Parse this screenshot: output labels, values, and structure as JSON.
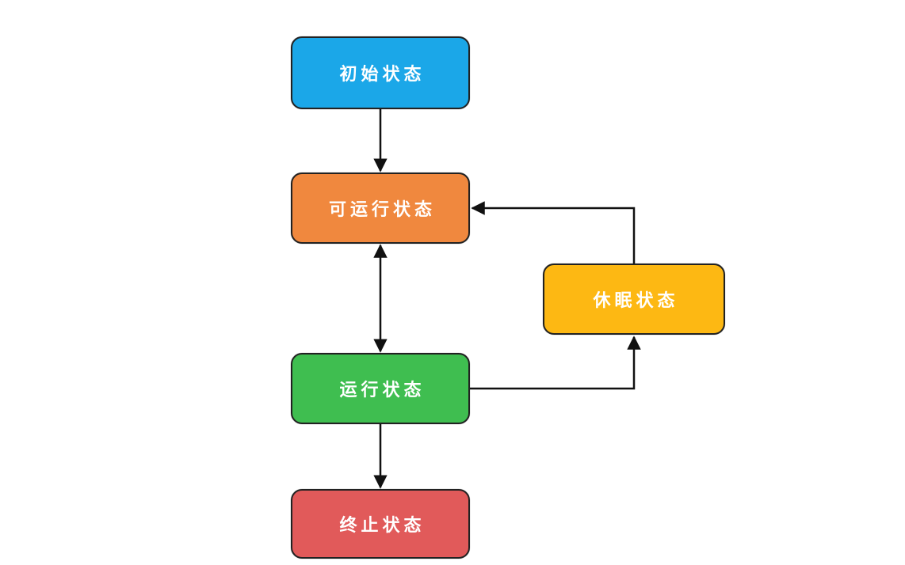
{
  "diagram": {
    "type": "flowchart",
    "background": "#ffffff",
    "stroke_color": "#111111",
    "border_color": "#222222",
    "text_color": "#ffffff",
    "nodes": [
      {
        "id": "initial",
        "label": "初始状态",
        "color": "#1BA7E8"
      },
      {
        "id": "runnable",
        "label": "可运行状态",
        "color": "#F0883E"
      },
      {
        "id": "sleeping",
        "label": "休眠状态",
        "color": "#FDB813"
      },
      {
        "id": "running",
        "label": "运行状态",
        "color": "#3FBE50"
      },
      {
        "id": "terminated",
        "label": "终止状态",
        "color": "#E15A5A"
      }
    ],
    "edges": [
      {
        "from": "initial",
        "to": "runnable",
        "shape": "straight-down",
        "bidirectional": false
      },
      {
        "from": "runnable",
        "to": "running",
        "shape": "straight-down",
        "bidirectional": true
      },
      {
        "from": "running",
        "to": "sleeping",
        "shape": "right-then-up",
        "bidirectional": false
      },
      {
        "from": "sleeping",
        "to": "runnable",
        "shape": "up-then-left",
        "bidirectional": false
      },
      {
        "from": "running",
        "to": "terminated",
        "shape": "straight-down",
        "bidirectional": false
      }
    ]
  }
}
